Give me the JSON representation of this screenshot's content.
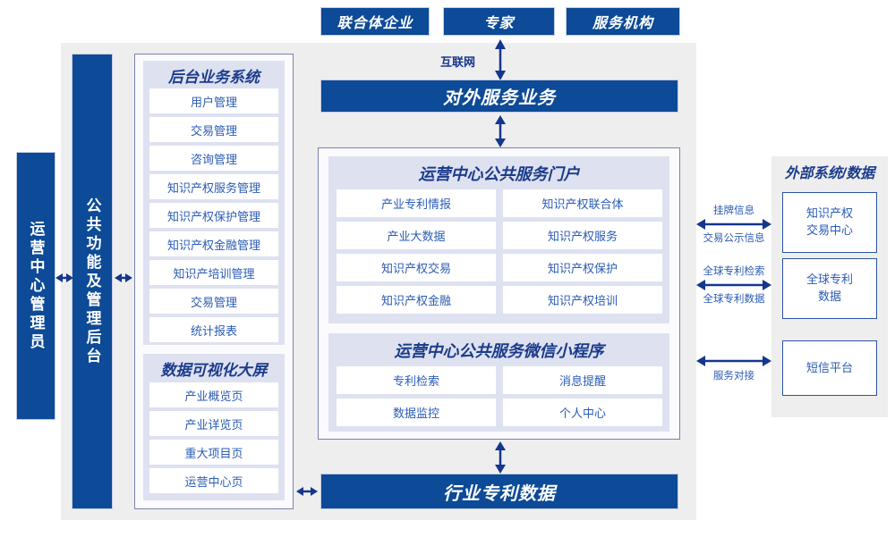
{
  "diagram": {
    "title_top_actors": [
      {
        "label": "联合体企业"
      },
      {
        "label": "专家"
      },
      {
        "label": "服务机构"
      }
    ],
    "internet_label": "互联网",
    "external_service_bar": "对外服务业务",
    "industry_patent_data_bar": "行业专利数据",
    "left_bars": [
      {
        "label": "运营中心管理员"
      },
      {
        "label": "公共功能及管理后台"
      }
    ],
    "backoffice": {
      "title": "后台业务系统",
      "items": [
        "用户管理",
        "交易管理",
        "咨询管理",
        "知识产权服务管理",
        "知识产权保护管理",
        "知识产权金融管理",
        "知识产培训管理",
        "交易管理",
        "统计报表"
      ]
    },
    "dataviz": {
      "title": "数据可视化大屏",
      "items": [
        "产业概览页",
        "产业详览页",
        "重大项目页",
        "运营中心页"
      ]
    },
    "portal": {
      "title": "运营中心公共服务门户",
      "items": [
        "产业专利情报",
        "知识产权联合体",
        "产业大数据",
        "知识产权服务",
        "知识产权交易",
        "知识产权保护",
        "知识产权金融",
        "知识产权培训"
      ]
    },
    "miniprogram": {
      "title": "运营中心公共服务微信小程序",
      "items": [
        "专利检索",
        "消息提醒",
        "数据监控",
        "个人中心"
      ]
    },
    "external": {
      "title": "外部系统/数据",
      "boxes": [
        {
          "label": "知识产权\n交易中心"
        },
        {
          "label": "全球专利\n数据"
        },
        {
          "label": "短信平台"
        }
      ],
      "connectors": [
        {
          "above": "挂牌信息",
          "below": "交易公示信息"
        },
        {
          "above": "全球专利检索",
          "below": "全球专利数据"
        },
        {
          "above": "",
          "below": "服务对接"
        }
      ]
    },
    "colors": {
      "brand_blue": "#0d4a97",
      "panel_gray": "#eeeeee",
      "subpanel_lavender": "#dee1f0",
      "group_border": "#7b81ad",
      "text_blue": "#2a5bb5",
      "title_blue": "#1b3c8c"
    }
  }
}
